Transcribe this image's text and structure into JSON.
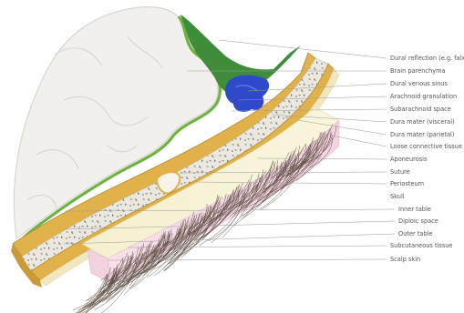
{
  "diagram": {
    "labels": [
      {
        "id": "dural-reflection",
        "text": "Dural reflection (e.g. falx)"
      },
      {
        "id": "brain-parenchyma",
        "text": "Brain parenchyma"
      },
      {
        "id": "dural-venous-sinus",
        "text": "Dural venous sinus"
      },
      {
        "id": "arachnoid-granulation",
        "text": "Arachnoid granulation"
      },
      {
        "id": "subarachnoid-space",
        "text": "Subarachnoid space"
      },
      {
        "id": "dura-visceral",
        "text": "Dura mater (visceral)"
      },
      {
        "id": "dura-parietal",
        "text": "Dura mater (parietal)"
      },
      {
        "id": "loose-connective-tissue",
        "text": "Loose connective tissue"
      },
      {
        "id": "aponeurosis",
        "text": "Aponeurosis"
      },
      {
        "id": "suture",
        "text": "Suture"
      },
      {
        "id": "periosteum",
        "text": "Periosteum"
      },
      {
        "id": "skull",
        "text": "Skull"
      },
      {
        "id": "inner-table",
        "text": "Inner table"
      },
      {
        "id": "diploic-space",
        "text": "Diploic space"
      },
      {
        "id": "outer-table",
        "text": "Outer table"
      },
      {
        "id": "subcutaneous-tissue",
        "text": "Subcutaneous tissue"
      },
      {
        "id": "scalp-skin",
        "text": "Scalp skin"
      }
    ],
    "colors": {
      "brain": "#f2f0ec",
      "brain_outline": "#d8d6d1",
      "arachnoid": "#6db33f",
      "dura_green": "#3f8c3a",
      "venous_sinus": "#2e49c9",
      "bone_table": "#e2b24a",
      "bone_edge": "#b98a2a",
      "diploe": "#e9e6dd",
      "aponeurosis": "#f4f0c8",
      "subcutaneous": "#f6f3d8",
      "skin": "#f7dce8",
      "hair": "#5a4a3e"
    }
  }
}
